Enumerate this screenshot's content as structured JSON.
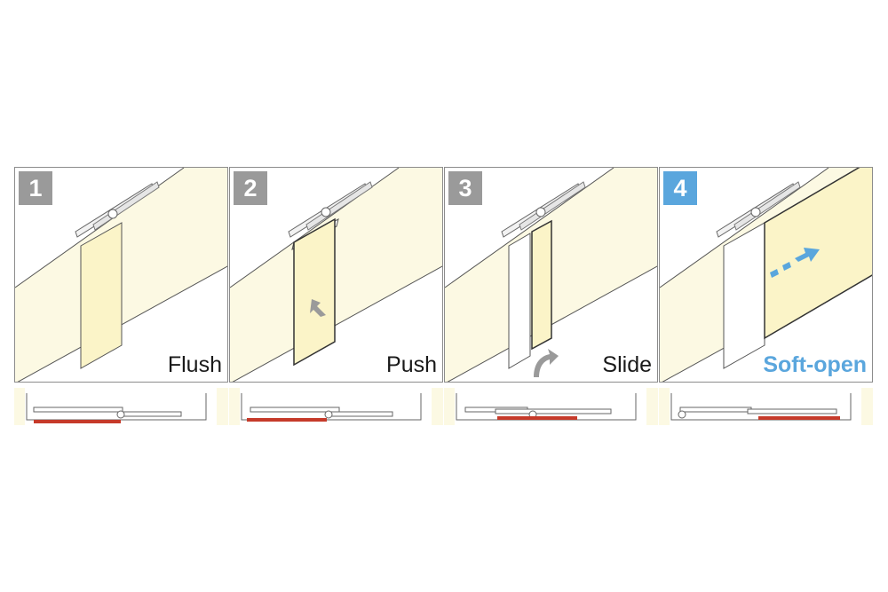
{
  "steps": [
    {
      "number": "1",
      "label": "Flush"
    },
    {
      "number": "2",
      "label": "Push"
    },
    {
      "number": "3",
      "label": "Slide"
    },
    {
      "number": "4",
      "label": "Soft-open"
    }
  ],
  "colors": {
    "badge_inactive": "#9a9a9a",
    "badge_active": "#5aa6dd",
    "label_active": "#5aa6dd",
    "panel_fill": "#fcf9e3",
    "door_fill": "#fbf4c8",
    "seal_red": "#c63a2a",
    "arrow_gray": "#9a9a9a",
    "arrow_blue": "#5aa6dd"
  }
}
